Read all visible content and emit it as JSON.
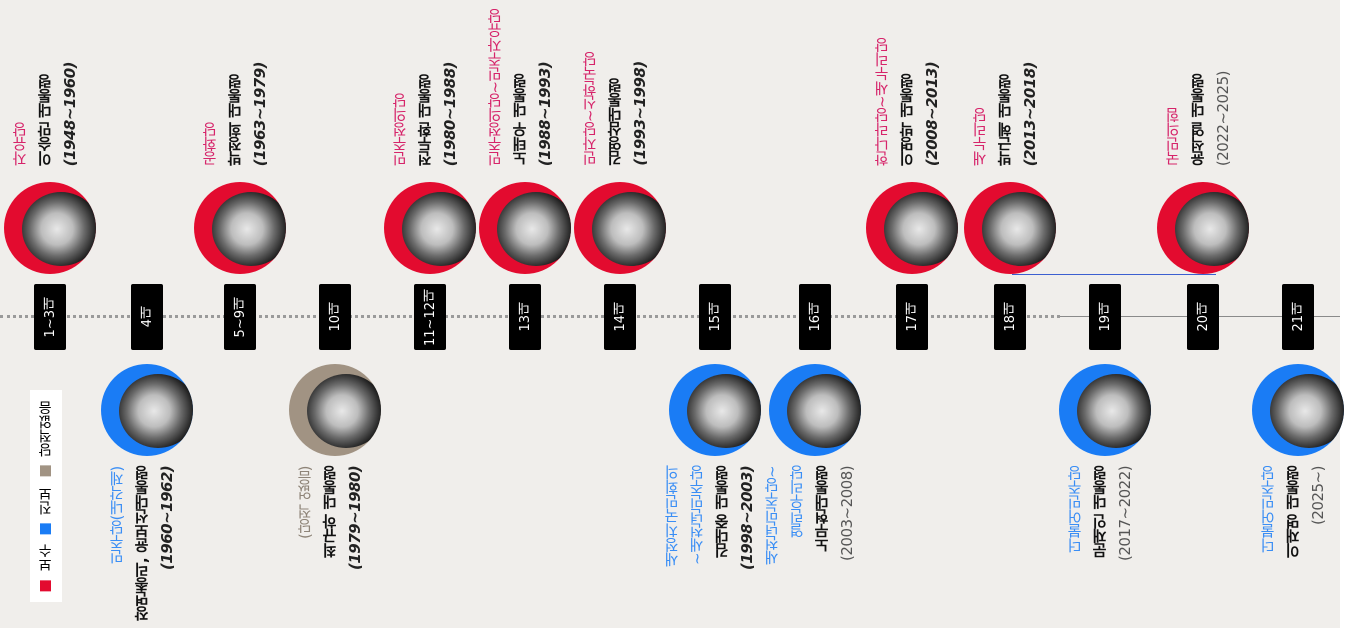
{
  "colors": {
    "conservative": "#e30b2f",
    "progressive": "#1a7cf5",
    "none": "#a19383",
    "conservative_text": "#d6246a",
    "progressive_text": "#3a8ef5",
    "none_text": "#8e8478"
  },
  "legend": [
    {
      "label": "보수",
      "camp": "conservative"
    },
    {
      "label": "진보",
      "camp": "progressive"
    },
    {
      "label": "당적없음",
      "camp": "none"
    }
  ],
  "presidents": [
    {
      "term": "1~3대",
      "side": "top",
      "camp": "conservative",
      "party": [
        "자유당"
      ],
      "name": "이승만 대통령",
      "years": "(1948~1960)"
    },
    {
      "term": "4대",
      "side": "bottom",
      "camp": "progressive",
      "party": [
        "민주당(내각제)"
      ],
      "name": "장면총리, 윤보선대통령",
      "years": "(1960~1962)"
    },
    {
      "term": "5~9대",
      "side": "top",
      "camp": "conservative",
      "party": [
        "공화당"
      ],
      "name": "박정희 대통령",
      "years": "(1963~1979)"
    },
    {
      "term": "10대",
      "side": "bottom",
      "camp": "none",
      "party": [
        "(당적 없음)"
      ],
      "name": "최규하 대통령",
      "years": "(1979~1980)"
    },
    {
      "term": "11~12대",
      "side": "top",
      "camp": "conservative",
      "party": [
        "민주정의당"
      ],
      "name": "전두환 대통령",
      "years": "(1980~1988)"
    },
    {
      "term": "13대",
      "side": "top",
      "camp": "conservative",
      "party": [
        "민주정의당~민주자유당"
      ],
      "name": "노태우 대통령",
      "years": "(1988~1993)"
    },
    {
      "term": "14대",
      "side": "top",
      "camp": "conservative",
      "party": [
        "민자당~신한국당"
      ],
      "name": "김영삼대통령",
      "years": "(1993~1998)"
    },
    {
      "term": "15대",
      "side": "bottom",
      "camp": "progressive",
      "party": [
        "새정치국민회의",
        "~새천년민주당"
      ],
      "name": "김대중 대통령",
      "years": "(1998~2003)"
    },
    {
      "term": "16대",
      "side": "bottom",
      "camp": "progressive",
      "party": [
        "새천년민주당~",
        "열린우리당"
      ],
      "name": "노무현대통령",
      "years": "(2003~2008)",
      "light": true
    },
    {
      "term": "17대",
      "side": "top",
      "camp": "conservative",
      "party": [
        "한나라당~새누리당"
      ],
      "name": "이명박 대통령",
      "years": "(2008~2013)"
    },
    {
      "term": "18대",
      "side": "top",
      "camp": "conservative",
      "party": [
        "새누리당"
      ],
      "name": "박근혜 대통령",
      "years": "(2013~2018)"
    },
    {
      "term": "19대",
      "side": "bottom",
      "camp": "progressive",
      "party": [
        "더불어민주당"
      ],
      "name": "문재인 대통령",
      "years": "(2017~2022)",
      "light": true
    },
    {
      "term": "20대",
      "side": "top",
      "camp": "conservative",
      "party": [
        "국민의힘"
      ],
      "name": "윤석열 대통령",
      "years": "(2022~2025)",
      "light": true
    },
    {
      "term": "21대",
      "side": "bottom",
      "camp": "progressive",
      "party": [
        "더불어민주당"
      ],
      "name": "이재명 대통령",
      "years": "(2025~)",
      "light": true
    }
  ]
}
